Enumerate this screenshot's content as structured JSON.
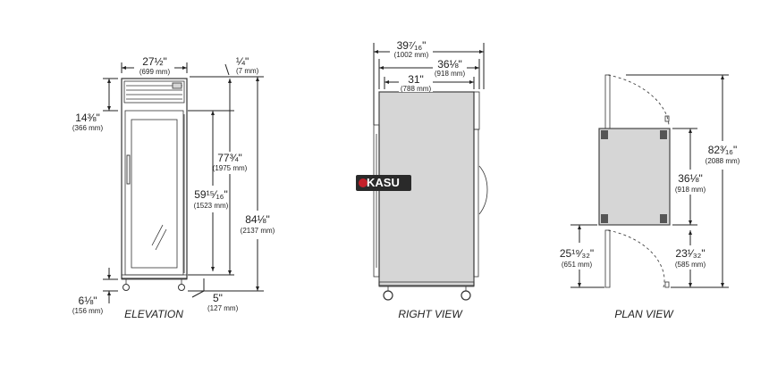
{
  "elevation": {
    "title": "ELEVATION",
    "width_in": "27½\"",
    "width_mm": "(699 mm)",
    "top_in": "¼\"",
    "top_mm": "(7 mm)",
    "top_offset_in": "14⅜\"",
    "top_offset_mm": "(366 mm)",
    "door_in": "77¾\"",
    "door_mm": "(1975 mm)",
    "glass_in": "59¹⁵⁄₁₆\"",
    "glass_mm": "(1523 mm)",
    "total_in": "84⅛\"",
    "total_mm": "(2137 mm)",
    "leg_in": "6⅛\"",
    "leg_mm": "(156 mm)",
    "caster_in": "5\"",
    "caster_mm": "(127 mm)"
  },
  "right_view": {
    "title": "RIGHT VIEW",
    "overall_in": "39⁷⁄₁₆\"",
    "overall_mm": "(1002 mm)",
    "body_in": "36⅛\"",
    "body_mm": "(918 mm)",
    "inner_in": "31\"",
    "inner_mm": "(788 mm)"
  },
  "plan_view": {
    "title": "PLAN VIEW",
    "door_swing_in": "82³⁄₁₆\"",
    "door_swing_mm": "(2088 mm)",
    "depth_in": "36⅛\"",
    "depth_mm": "(918 mm)",
    "front_in": "25¹⁹⁄₃₂\"",
    "front_mm": "(651 mm)",
    "clear_in": "23¹⁄₃₂\"",
    "clear_mm": "(585 mm)"
  },
  "watermark": {
    "brand": "OKASU"
  }
}
